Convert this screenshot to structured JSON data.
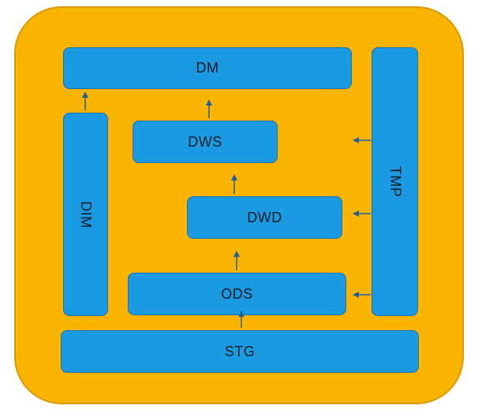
{
  "colors": {
    "background": "#ffffff",
    "container_fill": "#fbb400",
    "box_fill": "#1a9ae0",
    "arrow": "#1f5f9a"
  },
  "layers": {
    "dm": "DM",
    "dws": "DWS",
    "dwd": "DWD",
    "ods": "ODS",
    "stg": "STG",
    "dim": "DIM",
    "tmp": "TMP"
  }
}
